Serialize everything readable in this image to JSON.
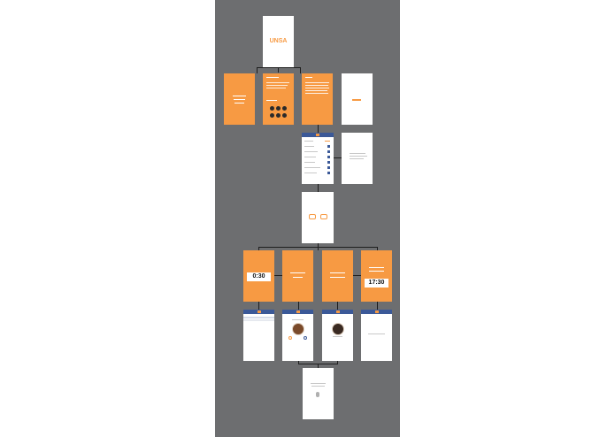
{
  "app": {
    "logo_text": "UNSA"
  },
  "timers": {
    "left": "0:30",
    "right": "17:30"
  },
  "colors": {
    "canvas": "#6d6e70",
    "accent": "#f79a43",
    "header_blue": "#3b5998",
    "connector": "#1e1e1e"
  },
  "screens": {
    "splash": {
      "label": "splash-screen"
    },
    "intro_1": {
      "label": "intro-screen-1"
    },
    "intro_2": {
      "label": "intro-screen-2"
    },
    "intro_3": {
      "label": "intro-screen-3"
    },
    "logo_small": {
      "label": "logo-small-screen"
    },
    "settings": {
      "label": "settings-list-screen"
    },
    "settings_detail": {
      "label": "settings-detail-screen"
    },
    "mode_select": {
      "label": "mode-select-screen"
    },
    "timer_left": {
      "label": "timer-left-screen"
    },
    "text_1": {
      "label": "text-screen-1"
    },
    "text_2": {
      "label": "text-screen-2"
    },
    "timer_right": {
      "label": "timer-right-screen"
    },
    "list_view": {
      "label": "list-view-screen"
    },
    "profile_1": {
      "label": "profile-screen-1"
    },
    "profile_2": {
      "label": "profile-screen-2"
    },
    "blank_view": {
      "label": "blank-view-screen"
    },
    "final": {
      "label": "final-screen"
    }
  }
}
